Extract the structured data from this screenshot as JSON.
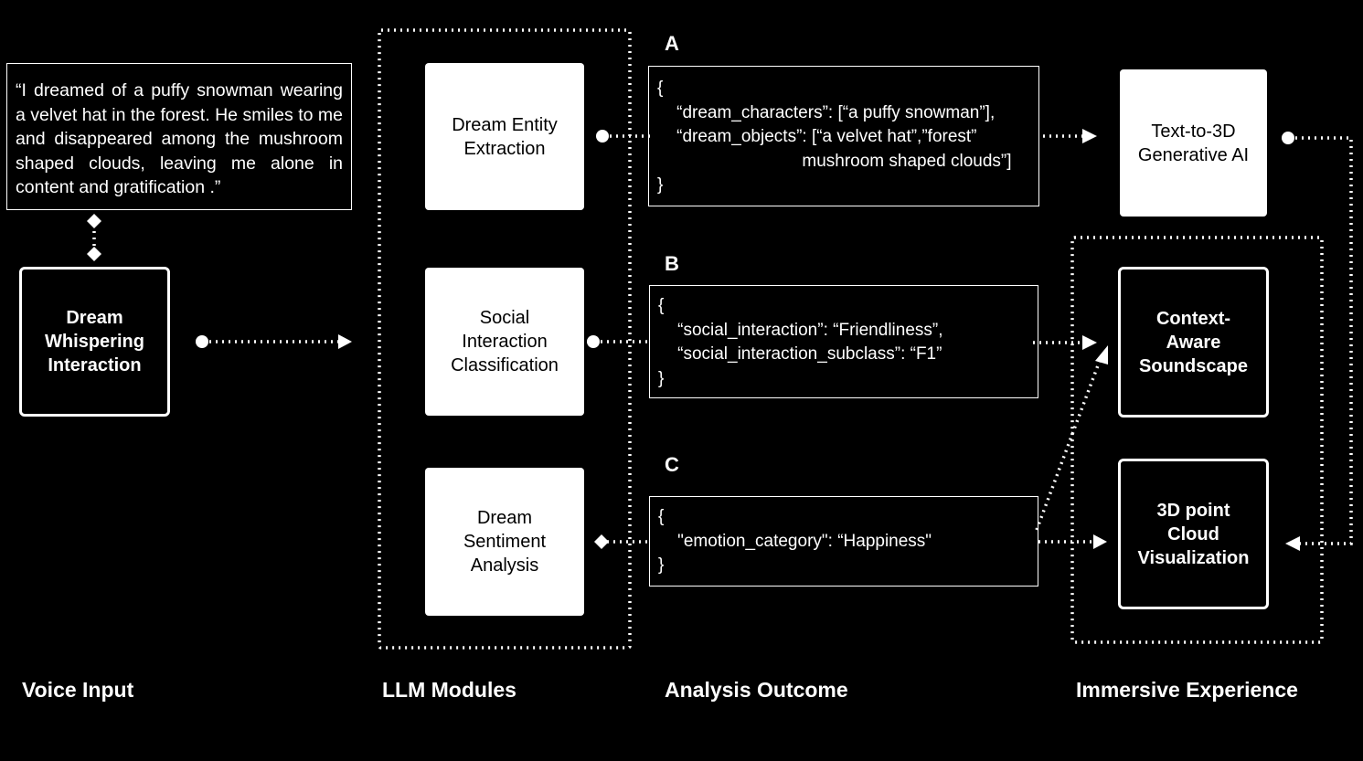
{
  "quote": "“I dreamed of a puffy snowman wearing a velvet hat in the forest. He smiles to me and disappeared among the mushroom shaped clouds, leaving me alone in content and gratification .”",
  "input_box": [
    "Dream",
    "Whispering",
    "Interaction"
  ],
  "modules": {
    "entity": [
      "Dream Entity",
      "Extraction"
    ],
    "social": [
      "Social",
      "Interaction",
      "Classification"
    ],
    "sentiment": [
      "Dream",
      "Sentiment",
      "Analysis"
    ]
  },
  "outcomes": {
    "a_label": "A",
    "b_label": "B",
    "c_label": "C",
    "a_lines": [
      "{",
      "    “dream_characters”: [“a puffy snowman”],",
      "    “dream_objects”: [“a velvet hat”,”forest”",
      "                              mushroom shaped clouds”]",
      "}"
    ],
    "b_lines": [
      "{",
      "    “social_interaction”: “Friendliness”,",
      "    “social_interaction_subclass”: “F1”",
      "}"
    ],
    "c_lines": [
      "{",
      "    \"emotion_category\": “Happiness\"",
      "}"
    ]
  },
  "experience": {
    "genai": [
      "Text-to-3D",
      "Generative AI"
    ],
    "soundscape": [
      "Context-",
      "Aware",
      "Soundscape"
    ],
    "pointcloud": [
      "3D point",
      "Cloud",
      "Visualization"
    ]
  },
  "footers": {
    "voice": "Voice Input",
    "llm": "LLM Modules",
    "analysis": "Analysis Outcome",
    "immersive": "Immersive Experience"
  },
  "colors": {
    "background": "#000000",
    "foreground": "#ffffff"
  }
}
